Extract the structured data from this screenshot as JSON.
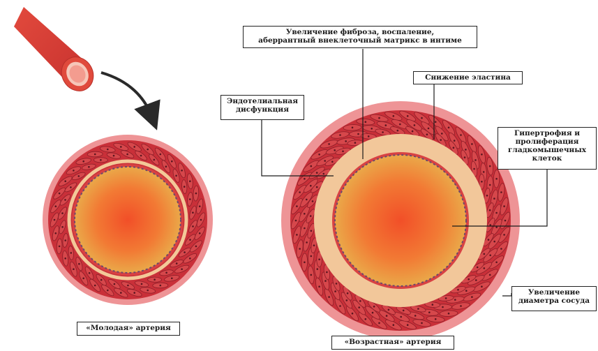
{
  "labels": {
    "young_artery": "«Молодая» артерия",
    "aged_artery": "«Возрастная» артерия",
    "fibrosis_line1": "Увеличение фиброза, воспаление,",
    "fibrosis_line2": "аберрантный внеклеточный матрикс в интиме",
    "elastin": "Снижение эластина",
    "endothelial_line1": "Эндотелиальная",
    "endothelial_line2": "дисфункция",
    "hypertrophy_line1": "Гипертрофия и",
    "hypertrophy_line2": "пролиферация",
    "hypertrophy_line3": "гладкомышечных",
    "hypertrophy_line4": "клеток",
    "diameter_line1": "Увеличение",
    "diameter_line2": "диаметра сосуда"
  },
  "colors": {
    "adventitia": "#e98c8e",
    "media": "#c92f3a",
    "intima_band": "#f2c79a",
    "lumen_center": "#f0622a",
    "lumen_edge": "#e8a33f",
    "cell_outline": "#8c1d28"
  }
}
